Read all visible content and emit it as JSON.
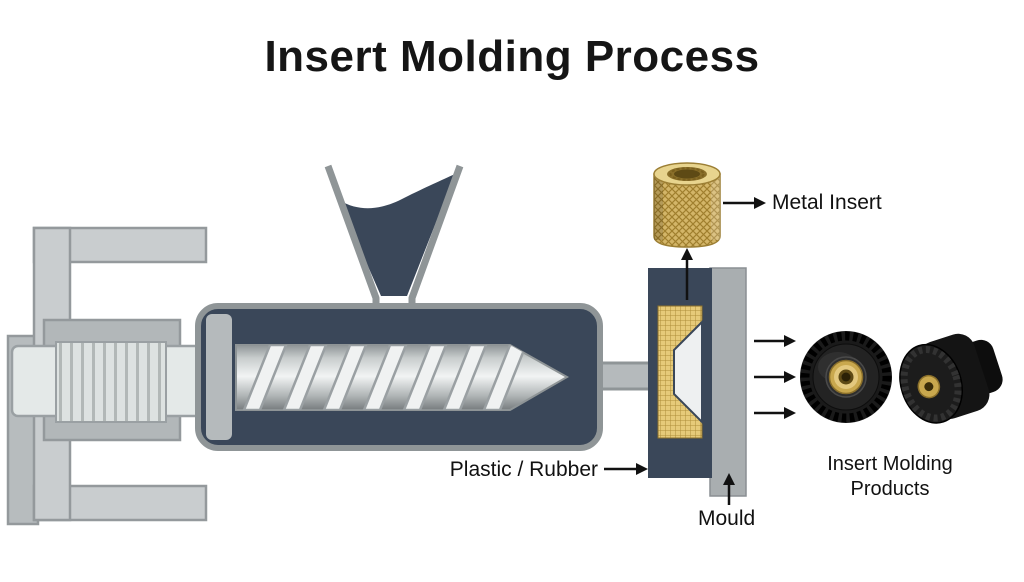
{
  "title": "Insert Molding Process",
  "labels": {
    "metal_insert": "Metal Insert",
    "plastic_rubber": "Plastic / Rubber",
    "mould": "Mould",
    "products": {
      "line1": "Insert Molding",
      "line2": "Products"
    }
  },
  "colors": {
    "dark_slate": "#3a4759",
    "frame_gray": "#c9cdcf",
    "frame_stroke": "#94999c",
    "steel_light": "#e4e9e8",
    "gold": "#d3b568",
    "gold_light": "#e8d48e",
    "product_black": "#1a1a1a",
    "arrow": "#111111"
  }
}
